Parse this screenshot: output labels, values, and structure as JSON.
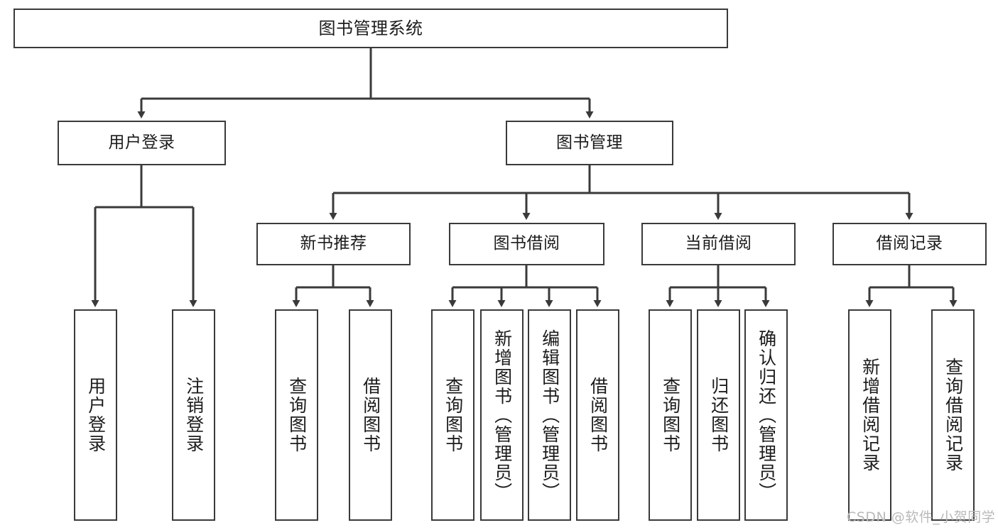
{
  "diagram": {
    "title_node": {
      "label": "图书管理系统"
    },
    "level1": [
      {
        "id": "user-login",
        "label": "用户登录"
      },
      {
        "id": "book-management",
        "label": "图书管理"
      }
    ],
    "level2": [
      {
        "id": "new-book-recommend",
        "label": "新书推荐"
      },
      {
        "id": "book-borrow",
        "label": "图书借阅"
      },
      {
        "id": "current-borrow",
        "label": "当前借阅"
      },
      {
        "id": "borrow-record",
        "label": "借阅记录"
      }
    ],
    "leaves": [
      {
        "id": "leaf-user-login",
        "label": "用户登录"
      },
      {
        "id": "leaf-logout-login",
        "label": "注销登录"
      },
      {
        "id": "leaf-query-book-1",
        "label": "查询图书"
      },
      {
        "id": "leaf-borrow-book-1",
        "label": "借阅图书"
      },
      {
        "id": "leaf-query-book-2",
        "label": "查询图书"
      },
      {
        "id": "leaf-add-book-admin",
        "label": "新增图书（管理员）"
      },
      {
        "id": "leaf-edit-book-admin",
        "label": "编辑图书（管理员）"
      },
      {
        "id": "leaf-borrow-book-2",
        "label": "借阅图书"
      },
      {
        "id": "leaf-query-book-3",
        "label": "查询图书"
      },
      {
        "id": "leaf-return-book",
        "label": "归还图书"
      },
      {
        "id": "leaf-confirm-return-admin",
        "label": "确认归还（管理员）"
      },
      {
        "id": "leaf-add-borrow-record",
        "label": "新增借阅记录"
      },
      {
        "id": "leaf-query-borrow-record",
        "label": "查询借阅记录"
      }
    ],
    "watermark": {
      "text": "CSDN @软件_小贺同学"
    },
    "colors": {
      "stroke": "#3a3a3a",
      "text": "#1c1c1c",
      "background": "#ffffff",
      "watermark": "#b9b9b9"
    }
  }
}
